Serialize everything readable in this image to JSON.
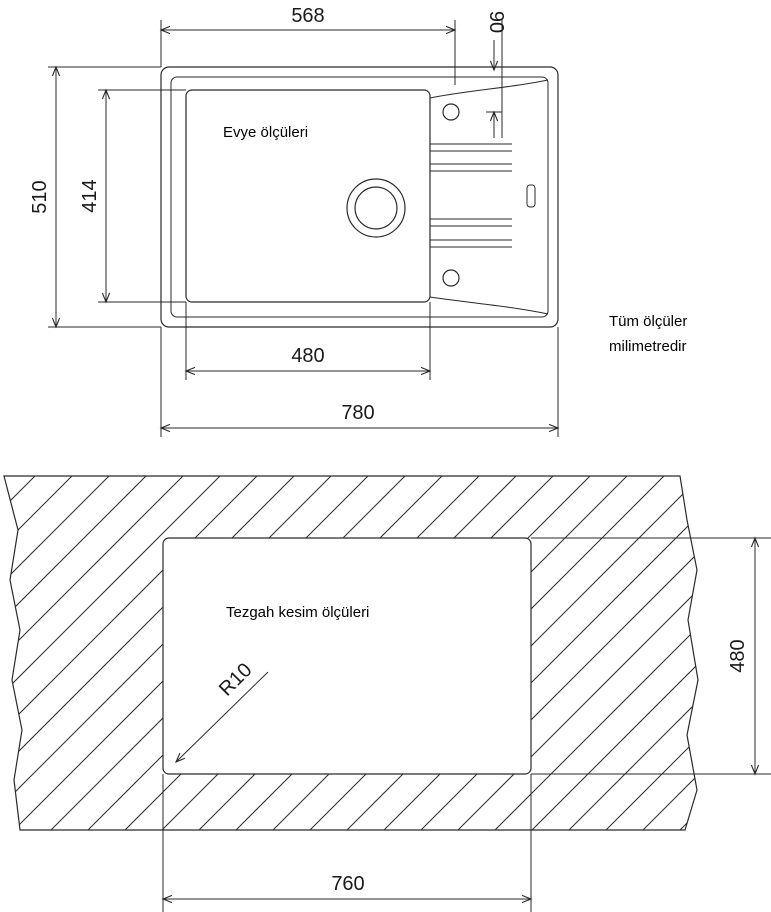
{
  "sink_view": {
    "label": "Evye ölçüleri",
    "dims": {
      "width_total": "780",
      "height_total": "510",
      "bowl_width": "480",
      "bowl_height": "414",
      "top_span": "568",
      "offset": "90"
    }
  },
  "note": {
    "line1": "Tüm ölçüler",
    "line2": "milimetredir"
  },
  "cutout_view": {
    "label": "Tezgah kesim ölçüleri",
    "dims": {
      "width": "760",
      "height": "480",
      "radius": "R10"
    }
  }
}
